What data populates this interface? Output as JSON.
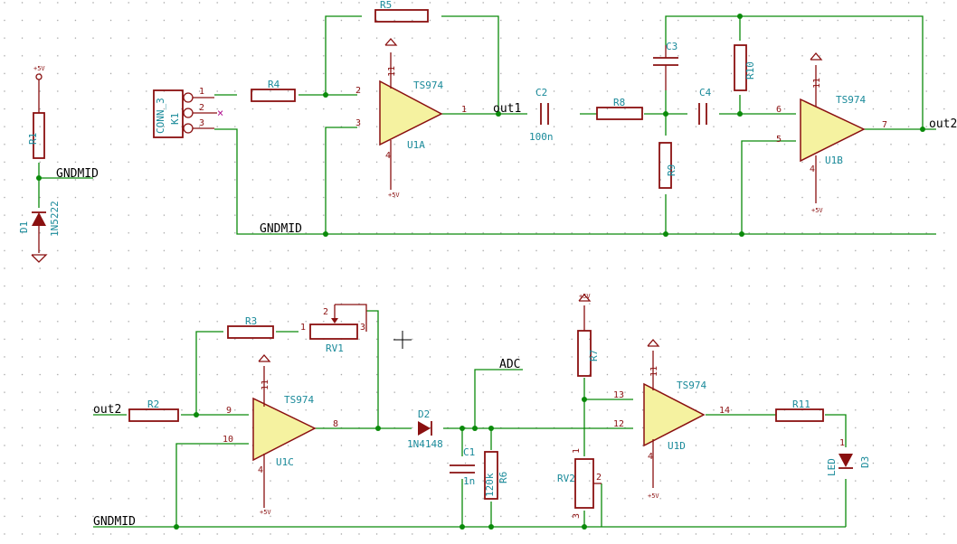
{
  "nets": {
    "gndmid": "GNDMID",
    "out1": "out1",
    "out2": "out2",
    "adc": "ADC"
  },
  "power": {
    "plus5v": "+5V"
  },
  "components": {
    "r1": "R1",
    "d1": "D1",
    "d1_value": "1N5222",
    "conn3": "CONN_3",
    "k1": "K1",
    "r4": "R4",
    "r5": "R5",
    "u1a_part": "TS974",
    "u1a": "U1A",
    "c2": "C2",
    "c2_value": "100n",
    "r8": "R8",
    "c3": "C3",
    "r9": "R9",
    "c4": "C4",
    "r10": "R10",
    "u1b_part": "TS974",
    "u1b": "U1B",
    "r2": "R2",
    "r3": "R3",
    "rv1": "RV1",
    "u1c_part": "TS974",
    "u1c": "U1C",
    "d2": "D2",
    "d2_value": "1N4148",
    "c1": "C1",
    "c1_value": "1n",
    "r6": "R6",
    "r6_value": "120k",
    "r7": "R7",
    "rv2": "RV2",
    "u1d_part": "TS974",
    "u1d": "U1D",
    "r11": "R11",
    "d3": "D3",
    "d3_type": "LED"
  },
  "pins": {
    "k1_1": "1",
    "k1_2": "2",
    "k1_3": "3",
    "u1a_1": "1",
    "u1a_2": "2",
    "u1a_3": "3",
    "u1a_4": "4",
    "u1a_11": "11",
    "u1b_5": "5",
    "u1b_6": "6",
    "u1b_7": "7",
    "u1b_4": "4",
    "u1b_11": "11",
    "u1c_8": "8",
    "u1c_9": "9",
    "u1c_10": "10",
    "u1c_4": "4",
    "u1c_11": "11",
    "rv1_1": "1",
    "rv1_2": "2",
    "rv1_3": "3",
    "u1d_12": "12",
    "u1d_13": "13",
    "u1d_14": "14",
    "u1d_4": "4",
    "u1d_11": "11",
    "rv2_1": "1",
    "rv2_2": "2",
    "rv2_3": "3",
    "d3_1": "1"
  },
  "colors": {
    "wire": "#0a8a0a",
    "component": "#8a1010",
    "reference": "#1a8a9a",
    "opamp_fill": "#f5f2a0"
  }
}
